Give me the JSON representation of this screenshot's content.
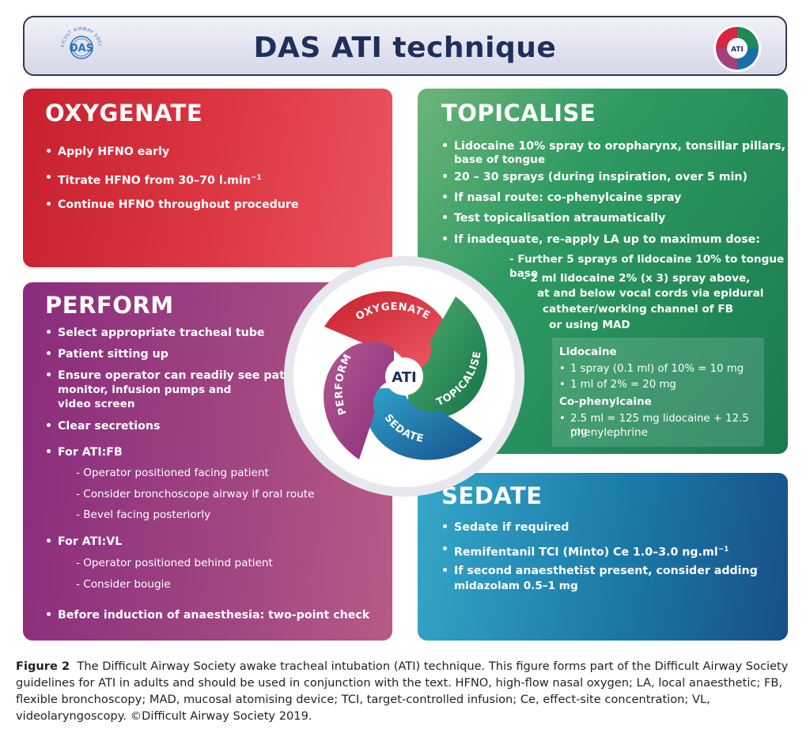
{
  "header": {
    "title": "DAS ATI technique",
    "logo_left_text": "DIFFICULT AIRWAY SOCIETY",
    "logo_left_mark": "DAS",
    "logo_right_center": "ATI"
  },
  "oxygenate": {
    "title": "OXYGENATE",
    "bullets": [
      "Apply HFNO early",
      "Titrate HFNO from 30–70 l.min",
      "Continue HFNO throughout procedure"
    ],
    "sup": "−1"
  },
  "topicalise": {
    "title": "TOPICALISE",
    "bullets": [
      "Lidocaine 10% spray to oropharynx, tonsillar pillars,",
      "base of tongue",
      "20 – 30 sprays (during inspiration, over 5 min)",
      "If nasal route: co-phenylcaine spray",
      "Test topicalisation atraumatically",
      "If inadequate, re-apply LA up to maximum dose:"
    ],
    "subs": [
      "- Further 5 sprays of lidocaine 10% to tongue base",
      "- 2 ml lidocaine 2% (x 3) spray above,",
      "at and below vocal cords via epidural",
      "catheter/working channel of FB",
      "or using MAD"
    ],
    "infobox": {
      "lido_head": "Lidocaine",
      "lido_items": [
        "1 spray (0.1 ml) of 10% = 10 mg",
        "1 ml of 2% = 20 mg"
      ],
      "cophen_head": "Co-phenylcaine",
      "cophen_items": [
        "2.5 ml = 125 mg lidocaine + 12.5 mg",
        "phenylephrine"
      ]
    }
  },
  "perform": {
    "title": "PERFORM",
    "bullets": [
      "Select appropriate tracheal tube",
      "Patient sitting up",
      "Ensure operator can readily see patient",
      "monitor, infusion pumps and",
      "video screen",
      "Clear secretions",
      "For ATI:FB",
      "For ATI:VL",
      "Before induction of anaesthesia: two-point check"
    ],
    "fb_subs": [
      "- Operator positioned facing patient",
      "- Consider bronchoscope airway if oral route",
      "- Bevel facing posteriorly"
    ],
    "vl_subs": [
      "- Operator positioned behind patient",
      "- Consider bougie"
    ]
  },
  "sedate": {
    "title": "SEDATE",
    "bullets": [
      "Sedate if required",
      "Remifentanil TCI (Minto) Ce 1.0–3.0 ng.ml",
      "If second anaesthetist present, consider adding",
      "midazolam 0.5–1 mg"
    ],
    "sup": "−1"
  },
  "wheel": {
    "center": "ATI",
    "labels": [
      "OXYGENATE",
      "TOPICALISE",
      "SEDATE",
      "PERFORM"
    ],
    "colors": [
      "#d7263d",
      "#1f8a57",
      "#1a6fa8",
      "#a3417f"
    ]
  },
  "caption": {
    "label": "Figure 2",
    "text": "The Difficult Airway Society awake tracheal intubation (ATI) technique. This figure forms part of the Difficult Airway Society guidelines for ATI in adults and should be used in conjunction with the text. HFNO, high-flow nasal oxygen; LA, local anaesthetic; FB, flexible bronchoscopy; MAD, mucosal atomising device; TCI, target-controlled infusion; Ce, effect-site concentration; VL, videolaryngoscopy. ©Difficult Airway Society 2019."
  }
}
